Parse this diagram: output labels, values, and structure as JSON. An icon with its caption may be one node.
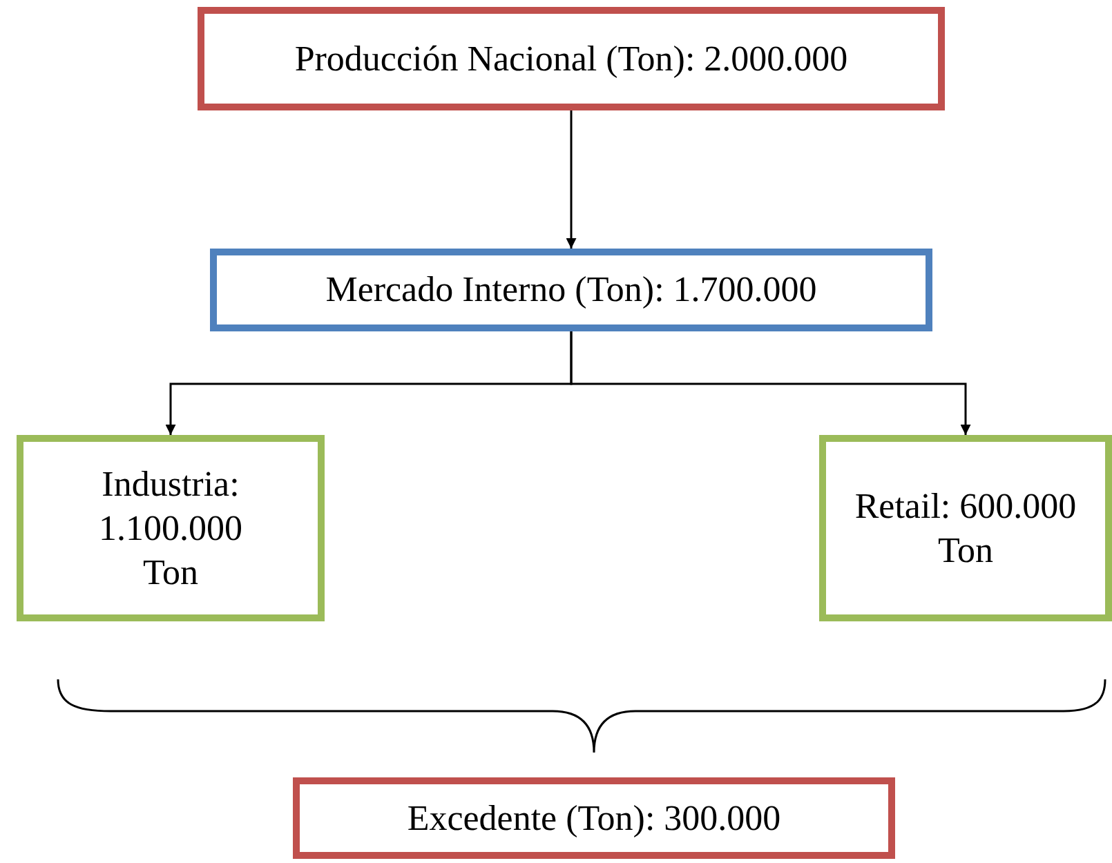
{
  "diagram": {
    "nodes": [
      {
        "text": [
          "Producción Nacional (Ton): 2.000.000"
        ]
      },
      {
        "text": [
          "Mercado Interno (Ton): 1.700.000"
        ]
      },
      {
        "text": [
          "Industria: 1.100.000 Ton"
        ]
      },
      {
        "text": [
          "Retail: 600.000 Ton"
        ]
      },
      {
        "text": [
          "Excedente (Ton): 300.000"
        ]
      }
    ],
    "edges": [
      {
        "from": 0,
        "to": 1,
        "arrow": "to"
      },
      {
        "from": 1,
        "to": 2,
        "arrow": "to"
      },
      {
        "from": 1,
        "to": 3,
        "arrow": "to"
      }
    ]
  }
}
